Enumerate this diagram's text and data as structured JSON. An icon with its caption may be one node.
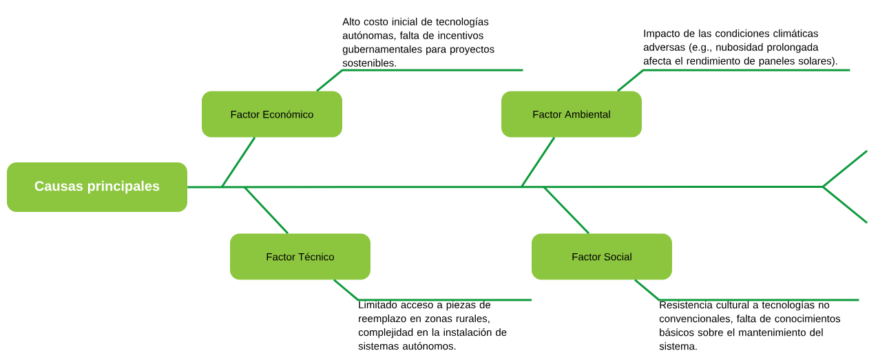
{
  "diagram": {
    "nodes": [
      {
        "text": [
          "Causas principales"
        ]
      },
      {
        "text": [
          "Factor Económico"
        ]
      },
      {
        "text": [
          "Factor Ambiental"
        ]
      },
      {
        "text": [
          "Factor Técnico"
        ]
      },
      {
        "text": [
          "Factor Social"
        ]
      },
      {
        "text": [
          "Alto costo inicial de tecnologías autónomas, falta de incentivos gubernamentales para proyectos sostenibles."
        ]
      },
      {
        "text": [
          "Impacto de las condiciones climáticas adversas (e.g., nubosidad prolongada afecta el rendimiento de paneles solares)."
        ]
      },
      {
        "text": [
          "Limitado acceso a piezas de reemplazo en zonas rurales, complejidad en la instalación de sistemas autónomos."
        ]
      },
      {
        "text": [
          "Resistencia cultural a tecnologías no convencionales, falta de conocimientos básicos sobre el mantenimiento del sistema."
        ]
      },
      {
        "text": [],
        "shape": "fork"
      }
    ],
    "edges": [
      {
        "from": 0,
        "to": 9,
        "arrow": "none"
      },
      {
        "from": 1,
        "to": null,
        "arrow": "none"
      },
      {
        "from": 2,
        "to": null,
        "arrow": "none"
      },
      {
        "from": 3,
        "to": null,
        "arrow": "none"
      },
      {
        "from": 4,
        "to": null,
        "arrow": "none"
      },
      {
        "from": 1,
        "to": 5,
        "arrow": "none"
      },
      {
        "from": 2,
        "to": 6,
        "arrow": "none"
      },
      {
        "from": 3,
        "to": 7,
        "arrow": "none"
      },
      {
        "from": 4,
        "to": 8,
        "arrow": "none"
      }
    ]
  }
}
